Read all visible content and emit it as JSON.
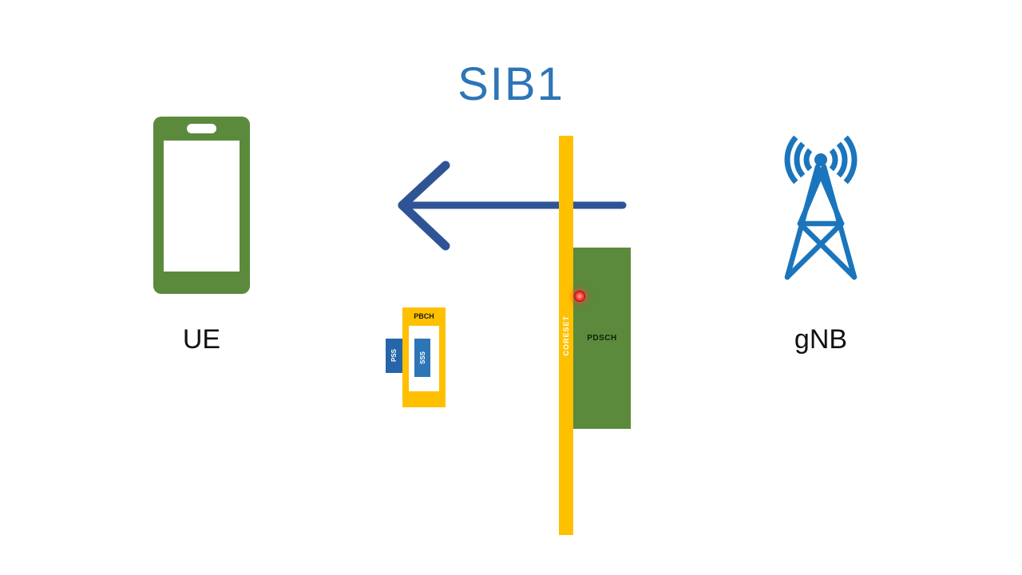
{
  "title": "SIB1",
  "nodes": {
    "ue_label": "UE",
    "gnb_label": "gNB"
  },
  "blocks": {
    "coreset_label": "CORESET",
    "pdsch_label": "PDSCH",
    "pbch_label": "PBCH",
    "pss_label": "PSS",
    "sss_label": "SSS"
  },
  "colors": {
    "green": "#5b8a3c",
    "gold": "#ffc000",
    "tower_blue": "#1b75bc",
    "title_blue": "#2e75b6",
    "arrow_navy": "#2f5496",
    "block_blue": "#2e75b6",
    "dot_red": "#ff2a2a"
  }
}
